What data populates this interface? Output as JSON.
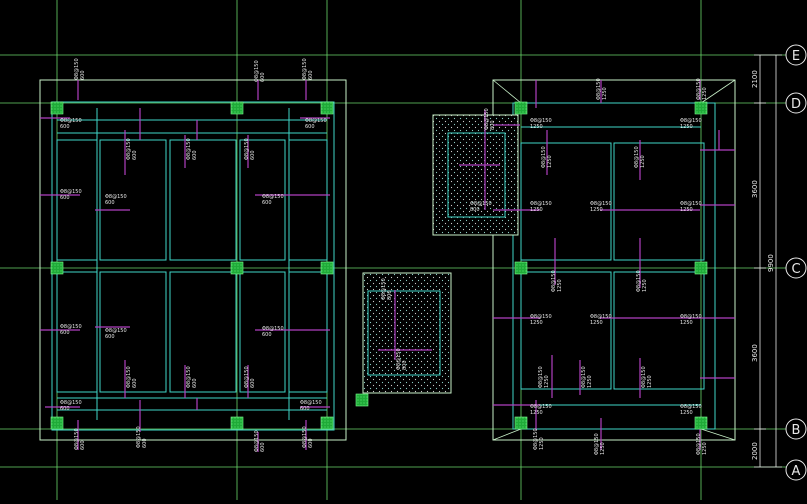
{
  "drawing": {
    "background": "#000000",
    "colors": {
      "axis": "#7CFC7C",
      "beam": "#3FD6C8",
      "outline": "#C8F0C8",
      "rebar": "#B040C0",
      "column": "#22CC44",
      "label": "#E8E8E8",
      "hatch_bg": "#0A1A1A"
    },
    "axis_labels": [
      {
        "label": "E"
      },
      {
        "label": "D"
      },
      {
        "label": "C"
      },
      {
        "label": "B"
      },
      {
        "label": "A"
      }
    ],
    "dimensions": [
      {
        "text": "2100"
      },
      {
        "text": "3600"
      },
      {
        "text": "9900"
      },
      {
        "text": "3600"
      },
      {
        "text": "2000"
      }
    ],
    "rebar_labels": {
      "spec": "Φ8@150",
      "length_left": "600",
      "length_right": "1250",
      "length_small": "800"
    }
  }
}
